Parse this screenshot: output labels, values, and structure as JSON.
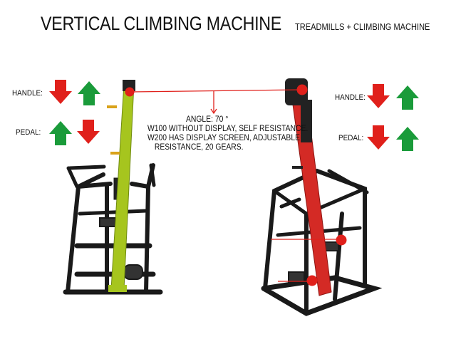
{
  "header": {
    "title": "VERTICAL CLIMBING MACHINE",
    "subtitle": "TREADMILLS + CLIMBING MACHINE"
  },
  "left_machine": {
    "color": "#a6c51e",
    "handle_label": "HANDLE:",
    "pedal_label": "PEDAL:",
    "handle_arrows": [
      "down",
      "up"
    ],
    "pedal_arrows": [
      "up",
      "down"
    ]
  },
  "right_machine": {
    "color": "#d42a25",
    "handle_label": "HANDLE:",
    "pedal_label": "PEDAL:",
    "handle_arrows": [
      "down",
      "up"
    ],
    "pedal_arrows": [
      "down",
      "up"
    ]
  },
  "note": {
    "angle": "ANGLE: 70 °",
    "line1": "W100 WITHOUT DISPLAY, SELF RESISTANCE.",
    "line2": "W200 HAS DISPLAY SCREEN, ADJUSTABLE",
    "line3": "RESISTANCE, 20 GEARS."
  },
  "colors": {
    "arrow_down": "#e0201b",
    "arrow_up": "#1a9b3a",
    "annotation": "#e0201b"
  }
}
